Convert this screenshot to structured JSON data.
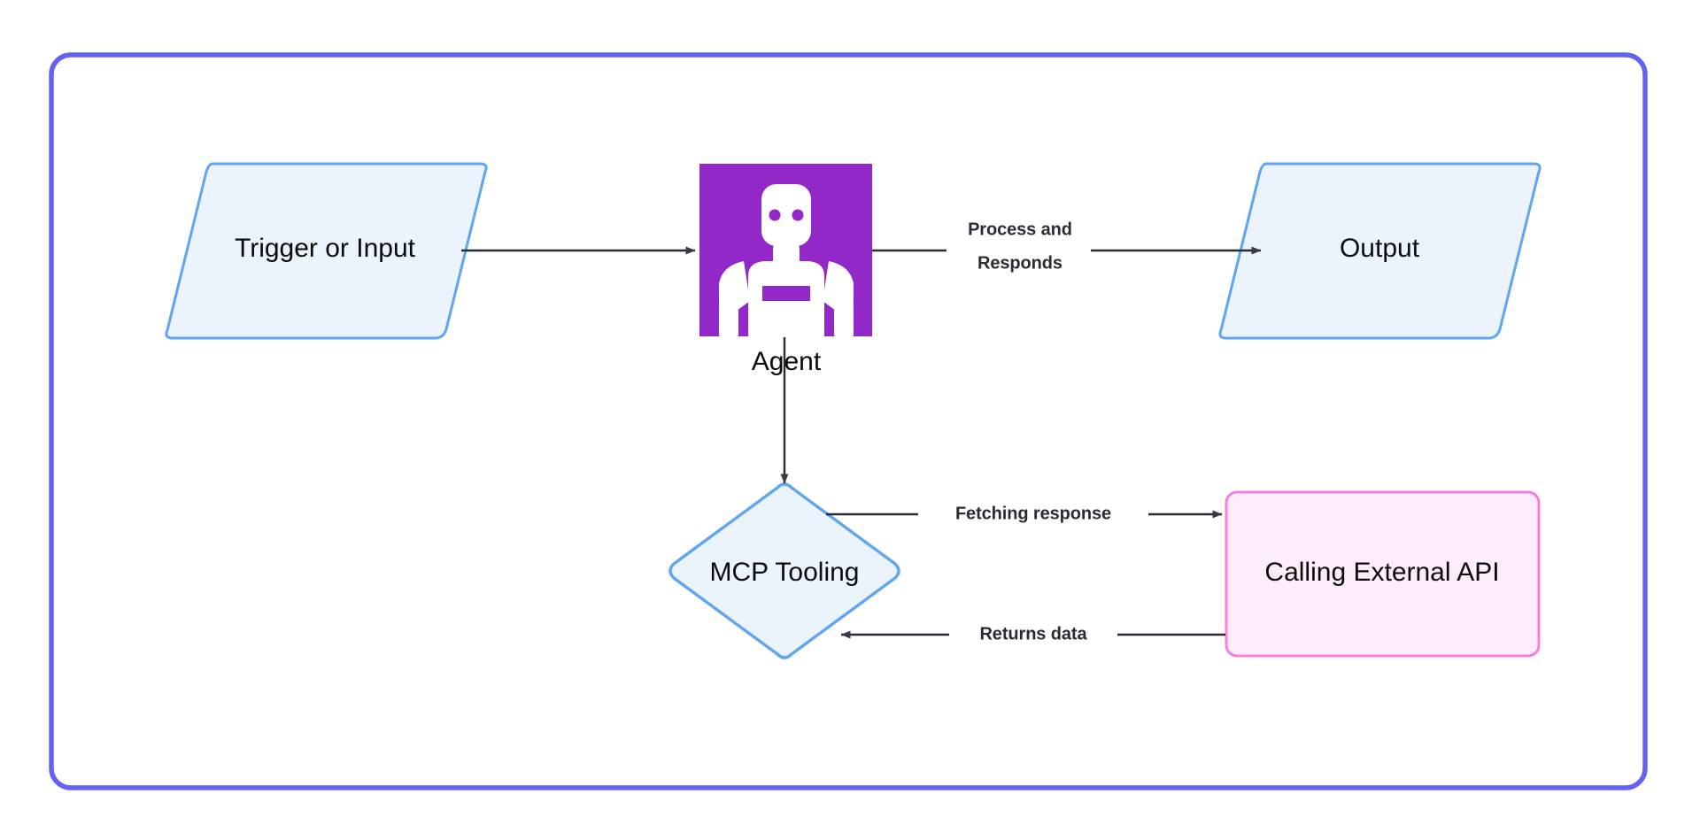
{
  "diagram": {
    "type": "flowchart",
    "title": "Agent MCP Tooling Flow",
    "container": {
      "name": "outer-frame",
      "border_color": "#6262F5",
      "fill": "#FFFFFF"
    },
    "palette": {
      "parallelogram_fill": "#EBF3FD",
      "parallelogram_border": "#60A5F0",
      "diamond_fill": "#EBF3FD",
      "diamond_border": "#60A5F0",
      "api_fill": "#FDEDFA",
      "api_border": "#F77EE0",
      "agent_tile": "#9228C8",
      "agent_glyph": "#FFFFFF",
      "edge_color": "#2b2b35",
      "text_color": "#0b0b0b"
    },
    "nodes": [
      {
        "id": "trigger",
        "shape": "parallelogram",
        "label": "Trigger or Input"
      },
      {
        "id": "agent",
        "shape": "image-tile",
        "icon": "robot-agent-icon",
        "label": "Agent"
      },
      {
        "id": "output",
        "shape": "parallelogram",
        "label": "Output"
      },
      {
        "id": "mcp",
        "shape": "diamond",
        "label": "MCP Tooling"
      },
      {
        "id": "api",
        "shape": "rounded-rect",
        "label": "Calling External API"
      }
    ],
    "edges": [
      {
        "id": "trigger-to-agent",
        "from": "trigger",
        "to": "agent",
        "label": "",
        "arrow": "end"
      },
      {
        "id": "agent-to-output",
        "from": "agent",
        "to": "output",
        "label_line1": "Process and",
        "label_line2": "Responds",
        "arrow": "end"
      },
      {
        "id": "agent-to-mcp",
        "from": "agent",
        "to": "mcp",
        "label": "",
        "arrow": "end"
      },
      {
        "id": "mcp-to-api",
        "from": "mcp",
        "to": "api",
        "label": "Fetching response",
        "arrow": "end"
      },
      {
        "id": "api-to-mcp",
        "from": "api",
        "to": "mcp",
        "label": "Returns data",
        "arrow": "end"
      }
    ]
  }
}
